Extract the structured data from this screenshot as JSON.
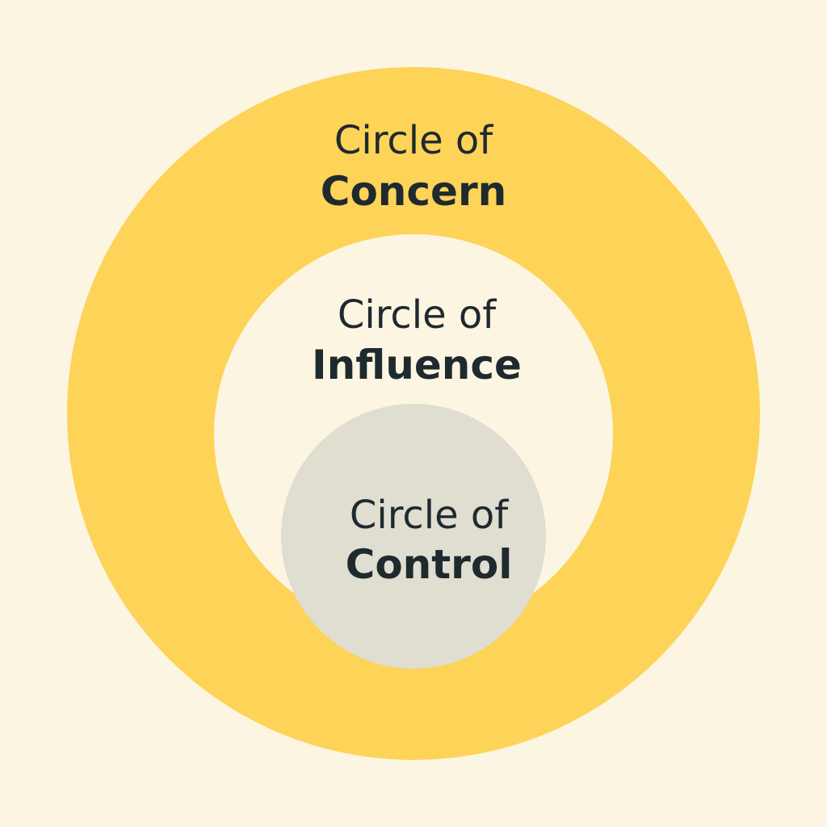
{
  "diagram": {
    "concern": {
      "line1": "Circle of",
      "line2": "Concern"
    },
    "influence": {
      "line1": "Circle of",
      "line2": "Influence"
    },
    "control": {
      "line1": "Circle of",
      "line2": "Control"
    }
  },
  "colors": {
    "background": "#FCF5E2",
    "concern_ring": "#FDD358",
    "influence_fill": "#FCF5E2",
    "control_fill": "#E0DDD1",
    "text": "#1E2A2E"
  }
}
